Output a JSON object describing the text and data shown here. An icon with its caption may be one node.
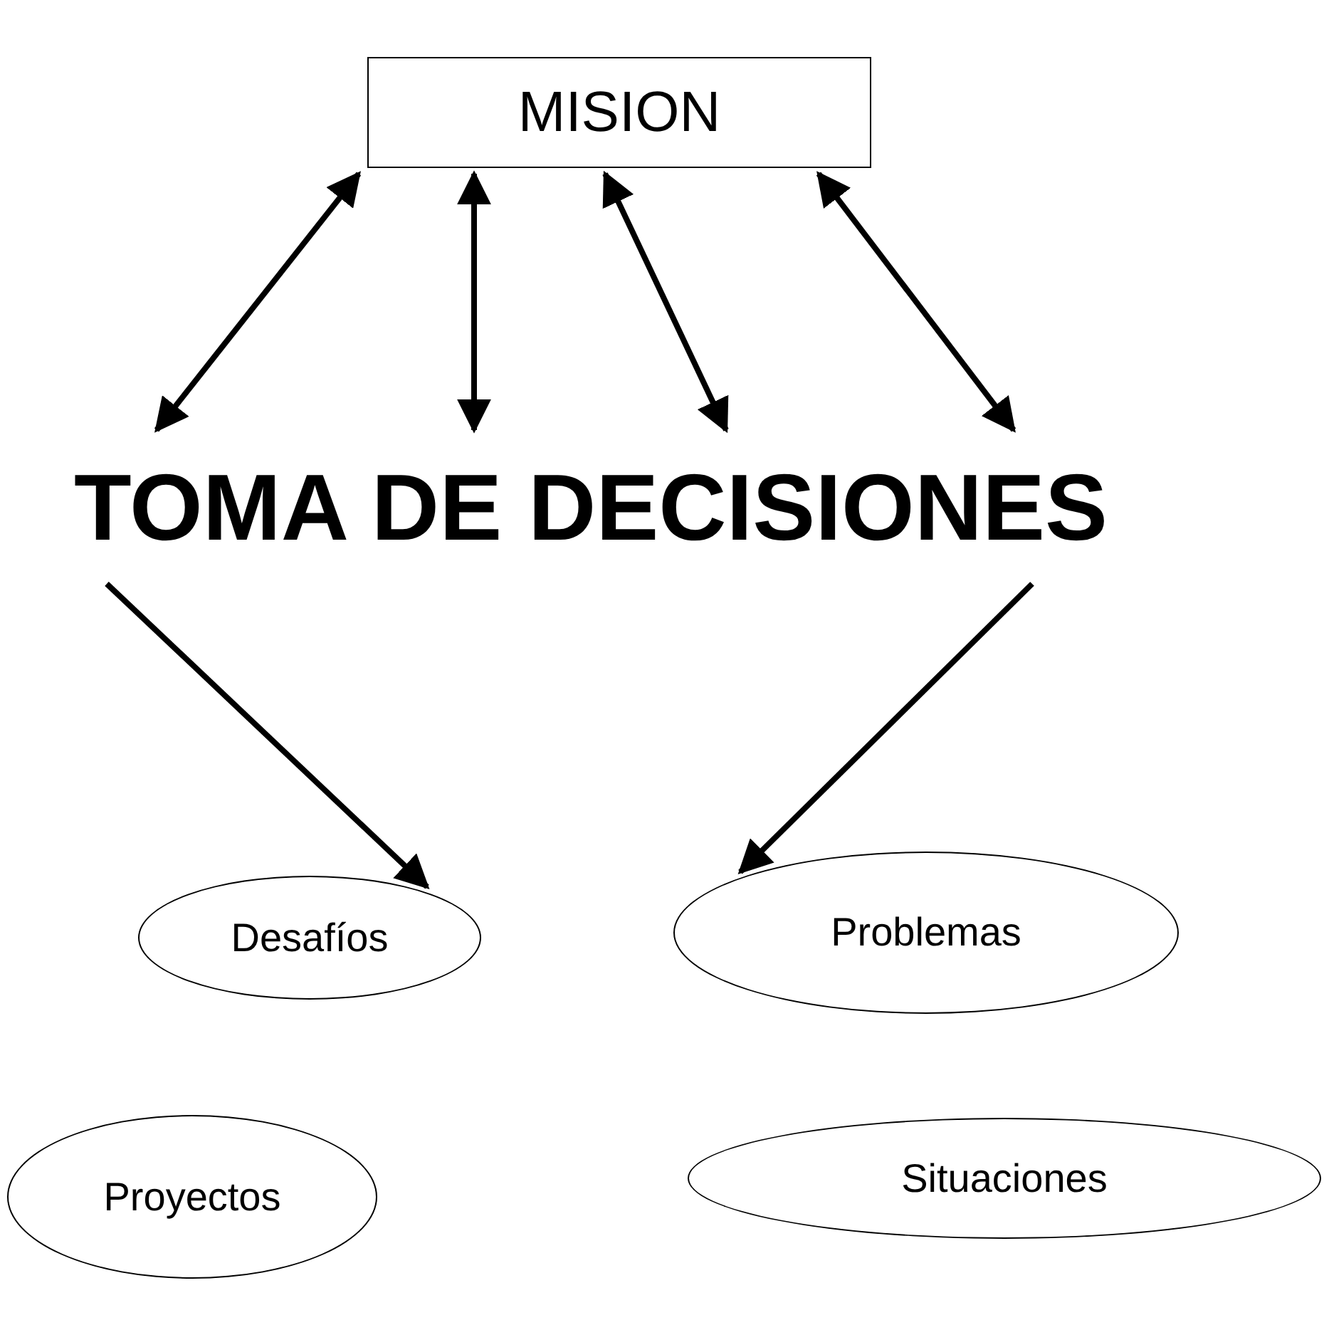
{
  "diagram": {
    "nodes": [
      {
        "text": [
          "MISION"
        ]
      },
      {
        "text": [
          "TOMA DE DECISIONES"
        ]
      },
      {
        "text": [
          "Desafíos"
        ]
      },
      {
        "text": [
          "Problemas"
        ]
      },
      {
        "text": [
          "Proyectos"
        ]
      },
      {
        "text": [
          "Situaciones"
        ]
      }
    ],
    "edges": [
      {
        "from": 0,
        "to": 1,
        "arrow": "both"
      },
      {
        "from": 0,
        "to": 1,
        "arrow": "both"
      },
      {
        "from": 0,
        "to": 1,
        "arrow": "both"
      },
      {
        "from": 0,
        "to": 1,
        "arrow": "both"
      },
      {
        "from": 1,
        "to": 2,
        "arrow": "to"
      },
      {
        "from": 1,
        "to": 3,
        "arrow": "to"
      }
    ]
  }
}
